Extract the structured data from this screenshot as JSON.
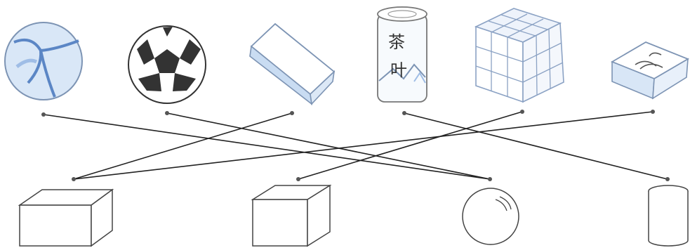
{
  "diagram": {
    "type": "matching-exercise",
    "top_objects": [
      {
        "id": "marble",
        "icon": "marble-ball-icon"
      },
      {
        "id": "soccer-ball",
        "icon": "soccer-ball-icon"
      },
      {
        "id": "eraser",
        "icon": "eraser-icon"
      },
      {
        "id": "tea-can",
        "icon": "tea-can-icon",
        "label_line1": "茶",
        "label_line2": "叶"
      },
      {
        "id": "rubiks-cube",
        "icon": "rubiks-cube-icon"
      },
      {
        "id": "gift-box",
        "icon": "gift-box-icon"
      }
    ],
    "bottom_shapes": [
      {
        "id": "cuboid",
        "icon": "cuboid-icon"
      },
      {
        "id": "cube",
        "icon": "cube-icon"
      },
      {
        "id": "sphere",
        "icon": "sphere-icon"
      },
      {
        "id": "cylinder",
        "icon": "cylinder-icon"
      }
    ],
    "connections": [
      {
        "from": "marble",
        "to": "sphere"
      },
      {
        "from": "soccer-ball",
        "to": "sphere"
      },
      {
        "from": "eraser",
        "to": "cuboid"
      },
      {
        "from": "tea-can",
        "to": "cylinder"
      },
      {
        "from": "rubiks-cube",
        "to": "cube"
      },
      {
        "from": "gift-box",
        "to": "cuboid"
      }
    ],
    "colors": {
      "line": "#222222",
      "dot": "#555555",
      "tint": "#c9dcf2",
      "ink": "#444444"
    }
  }
}
